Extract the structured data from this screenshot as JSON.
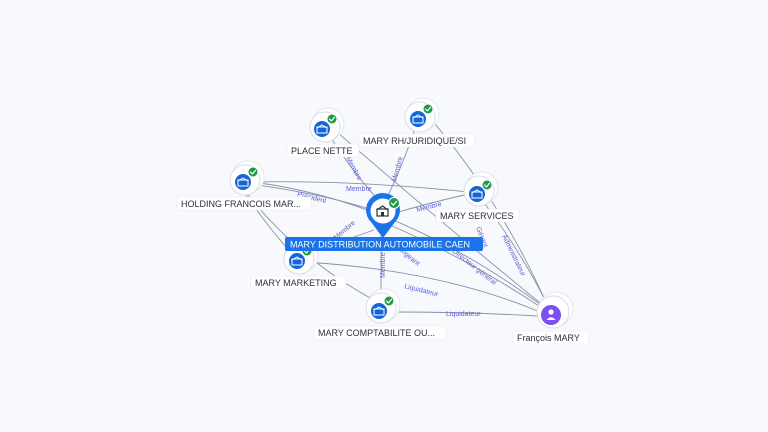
{
  "center": {
    "label": "MARY DISTRIBUTION AUTOMOBILE CAEN",
    "icon": "building-icon"
  },
  "companies": [
    {
      "id": "place-nette",
      "label": "PLACE NETTE",
      "icon": "building-icon",
      "verified": true
    },
    {
      "id": "mary-rh",
      "label": "MARY RH/JURIDIQUE/SI",
      "icon": "building-icon",
      "verified": true
    },
    {
      "id": "holding",
      "label": "HOLDING FRANCOIS MAR...",
      "icon": "building-icon",
      "verified": true
    },
    {
      "id": "mary-services",
      "label": "MARY SERVICES",
      "icon": "building-icon",
      "verified": true
    },
    {
      "id": "mary-marketing",
      "label": "MARY MARKETING",
      "icon": "building-icon",
      "verified": true
    },
    {
      "id": "mary-comptabilite",
      "label": "MARY COMPTABILITE OU...",
      "icon": "building-icon",
      "verified": true
    }
  ],
  "person": {
    "label": "François MARY",
    "icon": "person-icon"
  },
  "edge_labels": {
    "membre": "Membre",
    "president": "Président",
    "liquidateur": "Liquidateur",
    "administrateur": "Administrateur",
    "directeur_general": "Directeur général",
    "dirigeant": "Dirigeant",
    "gerant": "Gérant"
  },
  "colors": {
    "background": "#f7f9fc",
    "node_blue": "#1565d8",
    "verified_green": "#1f9a4a",
    "person_purple": "#7b4ff2",
    "edge": "#8a90a8",
    "edge_label": "#5b5fd6",
    "center_label_bg": "#1a73e8"
  }
}
